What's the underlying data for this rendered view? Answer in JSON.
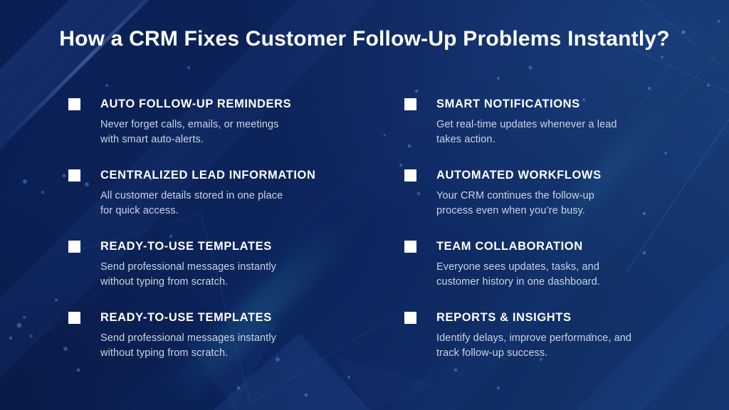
{
  "title": "How a CRM Fixes Customer Follow-Up Problems Instantly?",
  "bullet_icon": "white-square",
  "colors": {
    "background_dark": "#0a1e52",
    "background_light": "#143672",
    "stripe_blue": "#2f5cb2",
    "teal_accent": "#2fa8c0",
    "title_text": "#ffffff",
    "heading_text": "#ffffff",
    "body_text": "#ccd4e2",
    "bullet": "#ffffff"
  },
  "columns": {
    "left": [
      {
        "heading": "AUTO FOLLOW-UP REMINDERS",
        "description": [
          "Never forget calls, emails, or meetings",
          "with smart auto-alerts."
        ]
      },
      {
        "heading": "CENTRALIZED LEAD INFORMATION",
        "description": [
          "All customer details stored in one place",
          "for quick access."
        ]
      },
      {
        "heading": "READY-TO-USE TEMPLATES",
        "description": [
          "Send professional messages instantly",
          "without typing from scratch."
        ]
      },
      {
        "heading": "READY-TO-USE TEMPLATES",
        "description": [
          "Send professional messages instantly",
          "without typing from scratch."
        ]
      }
    ],
    "right": [
      {
        "heading": "SMART NOTIFICATIONS",
        "description": [
          "Get real-time updates whenever a lead",
          "takes action."
        ]
      },
      {
        "heading": "AUTOMATED WORKFLOWS",
        "description": [
          "Your CRM continues the follow-up",
          "process even when you’re busy."
        ]
      },
      {
        "heading": "TEAM COLLABORATION",
        "description": [
          "Everyone sees updates, tasks, and",
          "customer history in one dashboard."
        ]
      },
      {
        "heading": "REPORTS & INSIGHTS",
        "description": [
          "Identify delays, improve performance, and",
          "track follow-up success."
        ]
      }
    ]
  }
}
